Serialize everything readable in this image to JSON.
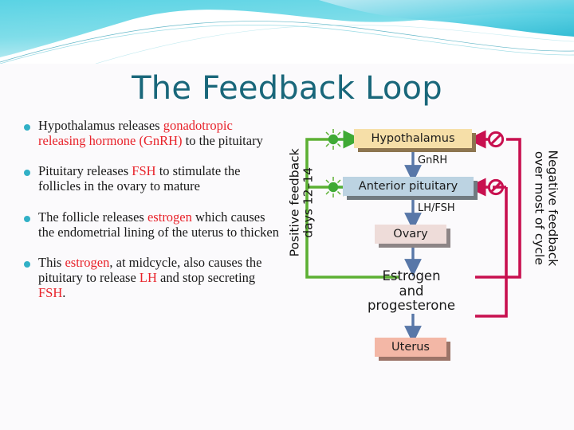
{
  "theme": {
    "title_color": "#19677a",
    "bullet_marker_color": "#31b0c6",
    "highlight_color": "#e8222a",
    "stimulate_color": "#3faa35",
    "inhibit_color": "#c8104f",
    "flow_arrow_color": "#5877a8",
    "background_color": "#fbfafc",
    "banner_color_light": "#cfeef6",
    "banner_color_dark": "#3fc6dc"
  },
  "slide": {
    "title": "The Feedback Loop",
    "bullets": [
      {
        "id": "bullet-hypothalamus-gnrh",
        "segments": [
          {
            "text": "Hypothalamus releases ",
            "highlight": false
          },
          {
            "text": "gonadotropic releasing hormone (GnRH)",
            "highlight": true
          },
          {
            "text": " to the pituitary",
            "highlight": false
          }
        ]
      },
      {
        "id": "bullet-pituitary-fsh",
        "segments": [
          {
            "text": "Pituitary releases ",
            "highlight": false
          },
          {
            "text": "FSH",
            "highlight": true
          },
          {
            "text": " to stimulate the follicles in the ovary to mature",
            "highlight": false
          }
        ]
      },
      {
        "id": "bullet-follicle-estrogen",
        "segments": [
          {
            "text": "The follicle releases ",
            "highlight": false
          },
          {
            "text": "estrogen",
            "highlight": true
          },
          {
            "text": " which causes the endometrial lining of the uterus to thicken",
            "highlight": false
          }
        ]
      },
      {
        "id": "bullet-midcycle-lh",
        "segments": [
          {
            "text": "This ",
            "highlight": false
          },
          {
            "text": "estrogen",
            "highlight": true
          },
          {
            "text": ", at midcycle,  also causes the pituitary to release ",
            "highlight": false
          },
          {
            "text": "LH",
            "highlight": true
          },
          {
            "text": " and stop secreting ",
            "highlight": false
          },
          {
            "text": "FSH",
            "highlight": true
          },
          {
            "text": ".",
            "highlight": false
          }
        ]
      }
    ]
  },
  "diagram": {
    "caption_left": "Positive feedback\ndays 12–14",
    "caption_right": "Negative feedback\nover most of cycle",
    "boxes": {
      "hypothalamus": "Hypothalamus",
      "anterior_pituitary": "Anterior pituitary",
      "ovary": "Ovary",
      "uterus": "Uterus"
    },
    "arrow_labels": {
      "gnrh": "GnRH",
      "lh_fsh": "LH/FSH"
    },
    "hormones": "Estrogen\nand\nprogesterone",
    "edges": [
      {
        "from": "hypothalamus",
        "to": "anterior_pituitary",
        "label": "GnRH",
        "kind": "flow"
      },
      {
        "from": "anterior_pituitary",
        "to": "ovary",
        "label": "LH/FSH",
        "kind": "flow"
      },
      {
        "from": "ovary",
        "to": "hormones",
        "label": "",
        "kind": "flow"
      },
      {
        "from": "hormones",
        "to": "uterus",
        "label": "",
        "kind": "flow"
      },
      {
        "from": "hormones",
        "to": "hypothalamus",
        "label": "",
        "kind": "stimulate"
      },
      {
        "from": "hormones",
        "to": "anterior_pituitary",
        "label": "",
        "kind": "stimulate"
      },
      {
        "from": "hormones",
        "to": "hypothalamus",
        "label": "",
        "kind": "inhibit"
      },
      {
        "from": "hormones",
        "to": "anterior_pituitary",
        "label": "",
        "kind": "inhibit"
      }
    ]
  }
}
